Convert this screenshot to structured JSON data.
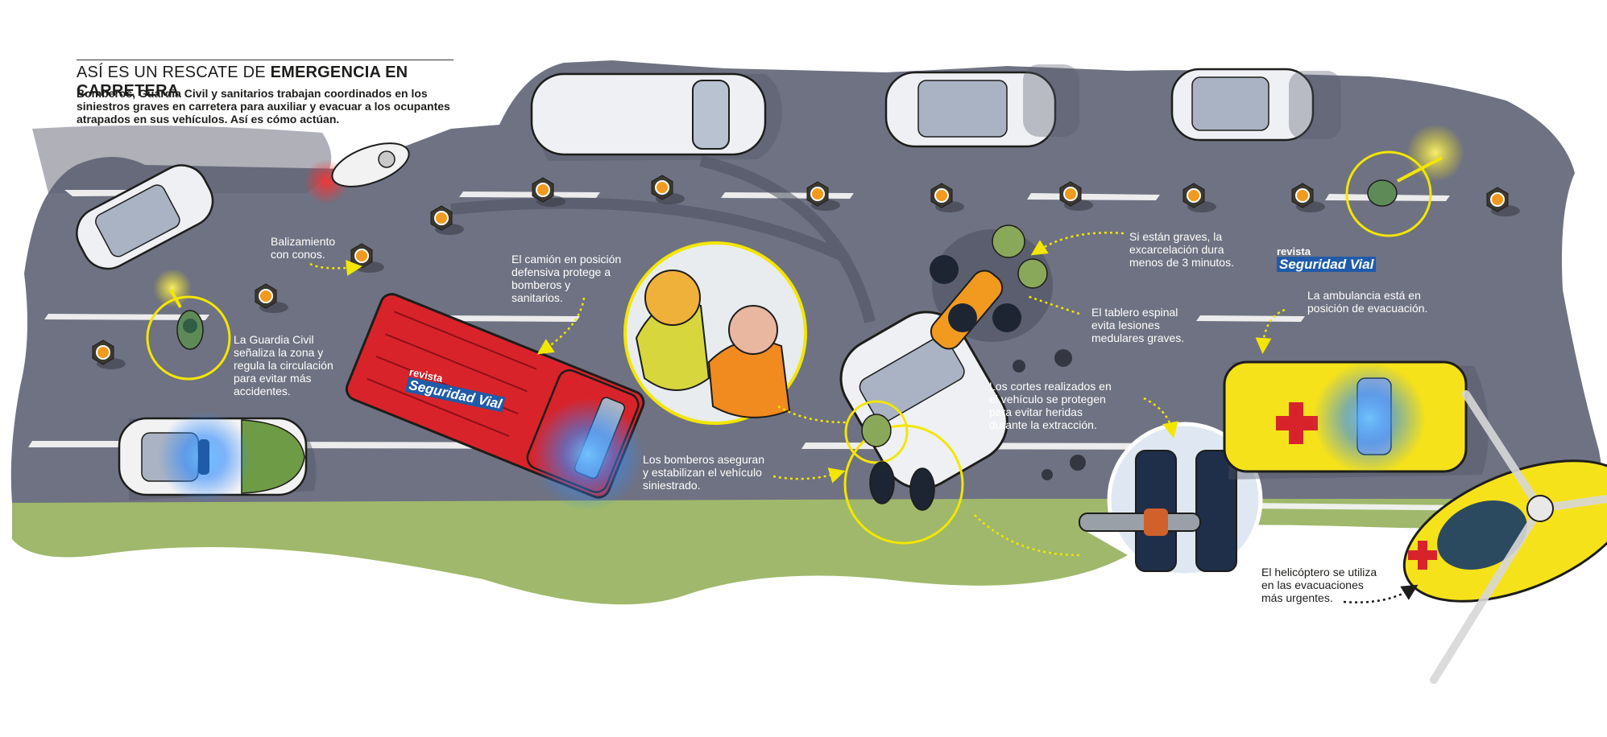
{
  "header": {
    "title_light": "ASÍ ES UN RESCATE DE",
    "title_bold": "EMERGENCIA EN CARRETERA",
    "intro": "Bomberos, Guardia Civil y sanitarios trabajan coordinados en los siniestros graves en carretera para auxiliar y evacuar a los ocupantes atrapados en sus vehículos. Así es cómo actúan."
  },
  "annotations": {
    "cones": "Balizamiento\ncon conos.",
    "guardia_civil": "La Guardia Civil\nseñaliza la zona y\nregula la circulación\npara evitar más\naccidentes.",
    "truck": "El camión en posición\ndefensiva protege a\nbomberos y\nsanitarios.",
    "firefighters": "Los bomberos aseguran\ny estabilizan el vehículo\nsiniestrado.",
    "extrication": "Si están graves, la\nexcarcelación dura\nmenos de 3 minutos.",
    "spinal_board": "El tablero espinal\nevita lesiones\nmedulares graves.",
    "cuts": "Los cortes realizados en\nel vehículo se protegen\npara evitar heridas\ndurante la extracción.",
    "ambulance": "La ambulancia está en\nposición de evacuación.",
    "helicopter": "El helicóptero se utiliza\nen las evacuaciones\nmás urgentes."
  },
  "logo": {
    "line1": "revista",
    "line2": "Seguridad Vial"
  },
  "colors": {
    "road": "#6f7282",
    "grass": "#9fb86b",
    "truck": "#d9232a",
    "ambulance": "#f6e21a",
    "highlight": "#f3e600",
    "siren": "#2f8bff",
    "logo_blue": "#1f5ba8"
  }
}
